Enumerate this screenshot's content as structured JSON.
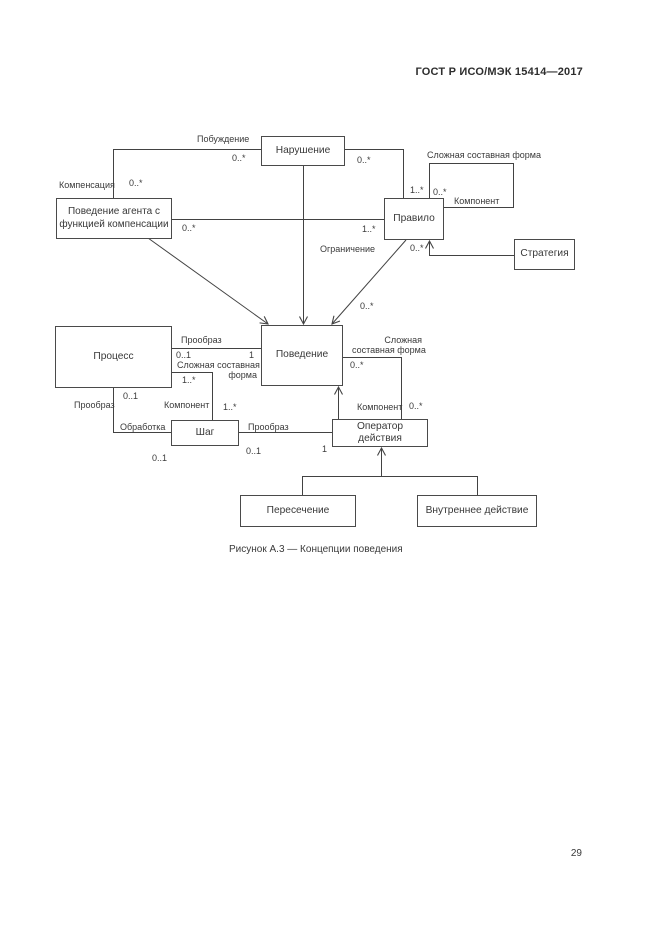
{
  "header": {
    "title": "ГОСТ Р ИСО/МЭК 15414—2017"
  },
  "footer": {
    "page_number": "29"
  },
  "caption": "Рисунок А.3 — Концепции поведения",
  "diagram": {
    "nodes": {
      "violation": "Нарушение",
      "agent": "Поведение агента с функцией компенсации",
      "rule": "Правило",
      "strategy": "Стратегия",
      "process": "Процесс",
      "behavior": "Поведение",
      "step": "Шаг",
      "operator": "Оператор действия",
      "intersection": "Пересечение",
      "internal": "Внутреннее действие"
    },
    "labels": {
      "pobuzhdenie": "Побуждение",
      "kompensaciya": "Компенсация",
      "slozhnaya_rule": "Сложная составная форма",
      "komponent_rule": "Компонент",
      "ogranichenie": "Ограничение",
      "proobraz_top": "Прообраз",
      "slozhnaya_process_1": "Сложная составная",
      "slozhnaya_process_2": "форма",
      "komponent_step": "Компонент",
      "proobraz_left": "Прообраз",
      "obrabotka": "Обработка",
      "proobraz_step": "Прообраз",
      "slozhnaya_behavior_1": "Сложная",
      "slozhnaya_behavior_2": "составная форма",
      "komponent_operator": "Компонент"
    },
    "multiplicities": {
      "viol_left": "0..*",
      "komp": "0..*",
      "viol_right": "0..*",
      "rule_top": "1..*",
      "rule_loop": "0..*",
      "agent_rule_left": "0..*",
      "agent_rule_right": "1..*",
      "strategy": "0..*",
      "ogranich": "0..*",
      "proobraz_01": "0..1",
      "proobraz_1": "1",
      "slozh_proc": "1..*",
      "step_top": "1..*",
      "proc_bottom": "0..1",
      "step_left": "0..1",
      "step_right": "0..1",
      "oper_left": "1",
      "behav_loop": "0..*",
      "oper_loop": "0..*"
    }
  }
}
